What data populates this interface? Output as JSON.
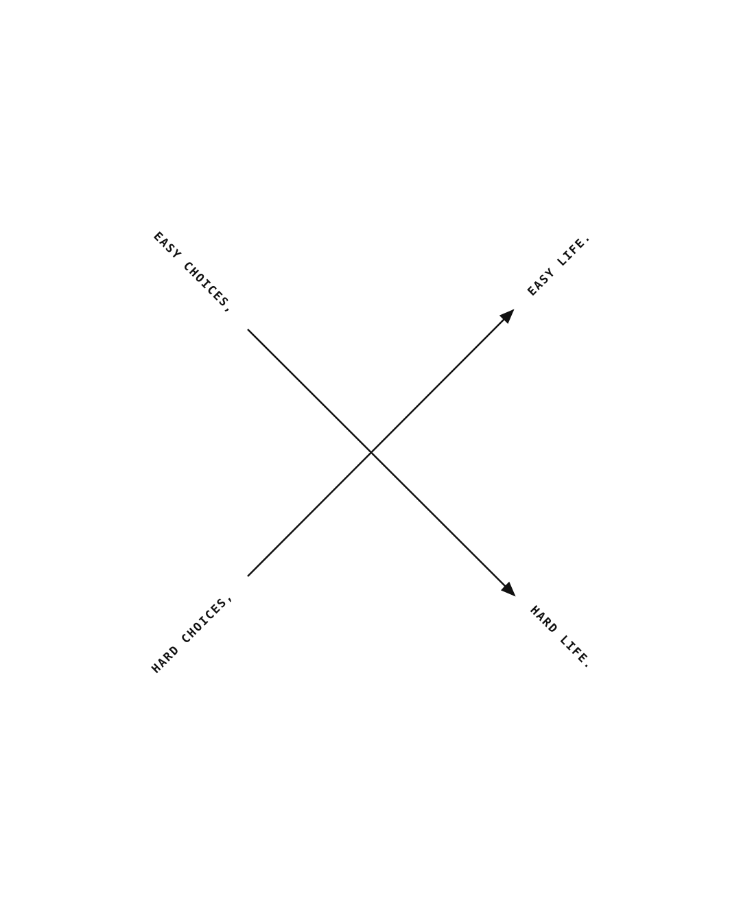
{
  "labels": {
    "top_left": "EASY CHOICES,",
    "top_right": "EASY LIFE.",
    "bottom_left": "HARD CHOICES,",
    "bottom_right": "HARD LIFE."
  },
  "colors": {
    "background": "#ffffff",
    "ink": "#111111"
  },
  "arrows": [
    {
      "from": "top_left",
      "to": "bottom_right"
    },
    {
      "from": "bottom_left",
      "to": "top_right"
    }
  ]
}
